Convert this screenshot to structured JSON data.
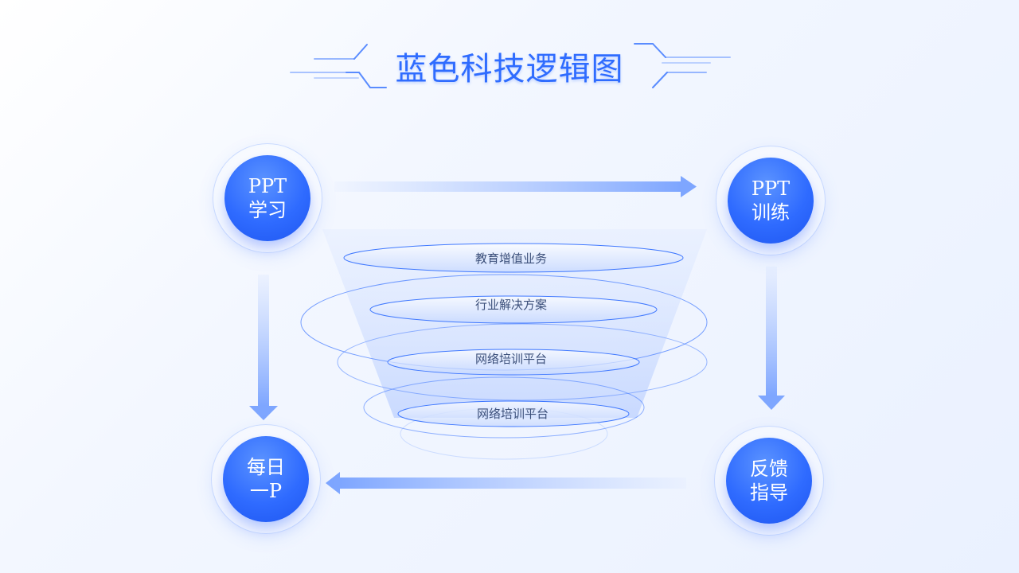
{
  "title": "蓝色科技逻辑图",
  "nodes": {
    "top_left": {
      "line1": "PPT",
      "line2": "学习"
    },
    "top_right": {
      "line1": "PPT",
      "line2": "训练"
    },
    "bottom_left": {
      "line1": "每日",
      "line2": "一P"
    },
    "bottom_right": {
      "line1": "反馈",
      "line2": "指导"
    }
  },
  "layers": [
    "教育增值业务",
    "行业解决方案",
    "网络培训平台",
    "网络培训平台"
  ],
  "colors": {
    "primary": "#2f6bff",
    "title": "#2f6cff",
    "text": "#3b4f7a"
  }
}
